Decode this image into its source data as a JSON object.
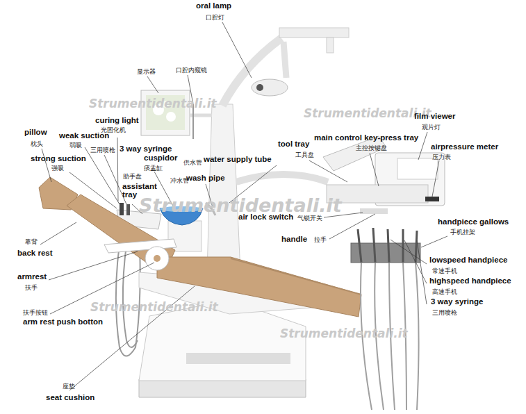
{
  "diagram": {
    "labels": [
      "oral lamp",
      "口腔灯",
      "显示器",
      "口腔内窥镜",
      "Strumentidentali.it",
      "Strumentidentali.it",
      "film viewer",
      "观片灯",
      "curing light",
      "光固化机",
      "pillow",
      "枕头",
      "weak suction",
      "弱吸",
      "main control key-press tray",
      "主控按键盘",
      "tool tray",
      "工具盘",
      "airpressure meter",
      "压力表",
      "三用喷枪",
      "3 way syringe",
      "cuspidor",
      "痰盂缸",
      "strong suction",
      "强吸",
      "供水管",
      "water supply tube",
      "助手盘",
      "assistant tray",
      "冲水管",
      "wash pipe",
      "Strumentidentali.it",
      "air lock switch",
      "气锁开关",
      "handle",
      "拉手",
      "handpiece gallows",
      "手机挂架",
      "靠背",
      "back rest",
      "lowspeed handpiece",
      "常速手机",
      "highspeed handpiece",
      "高速手机",
      "armrest",
      "扶手",
      "3 way syringe",
      "三用喷枪",
      "Strumentidentali.it",
      "扶手按钮",
      "Strumentidentali.it",
      "arm rest push botton",
      "座垫",
      "seat cushion"
    ]
  }
}
